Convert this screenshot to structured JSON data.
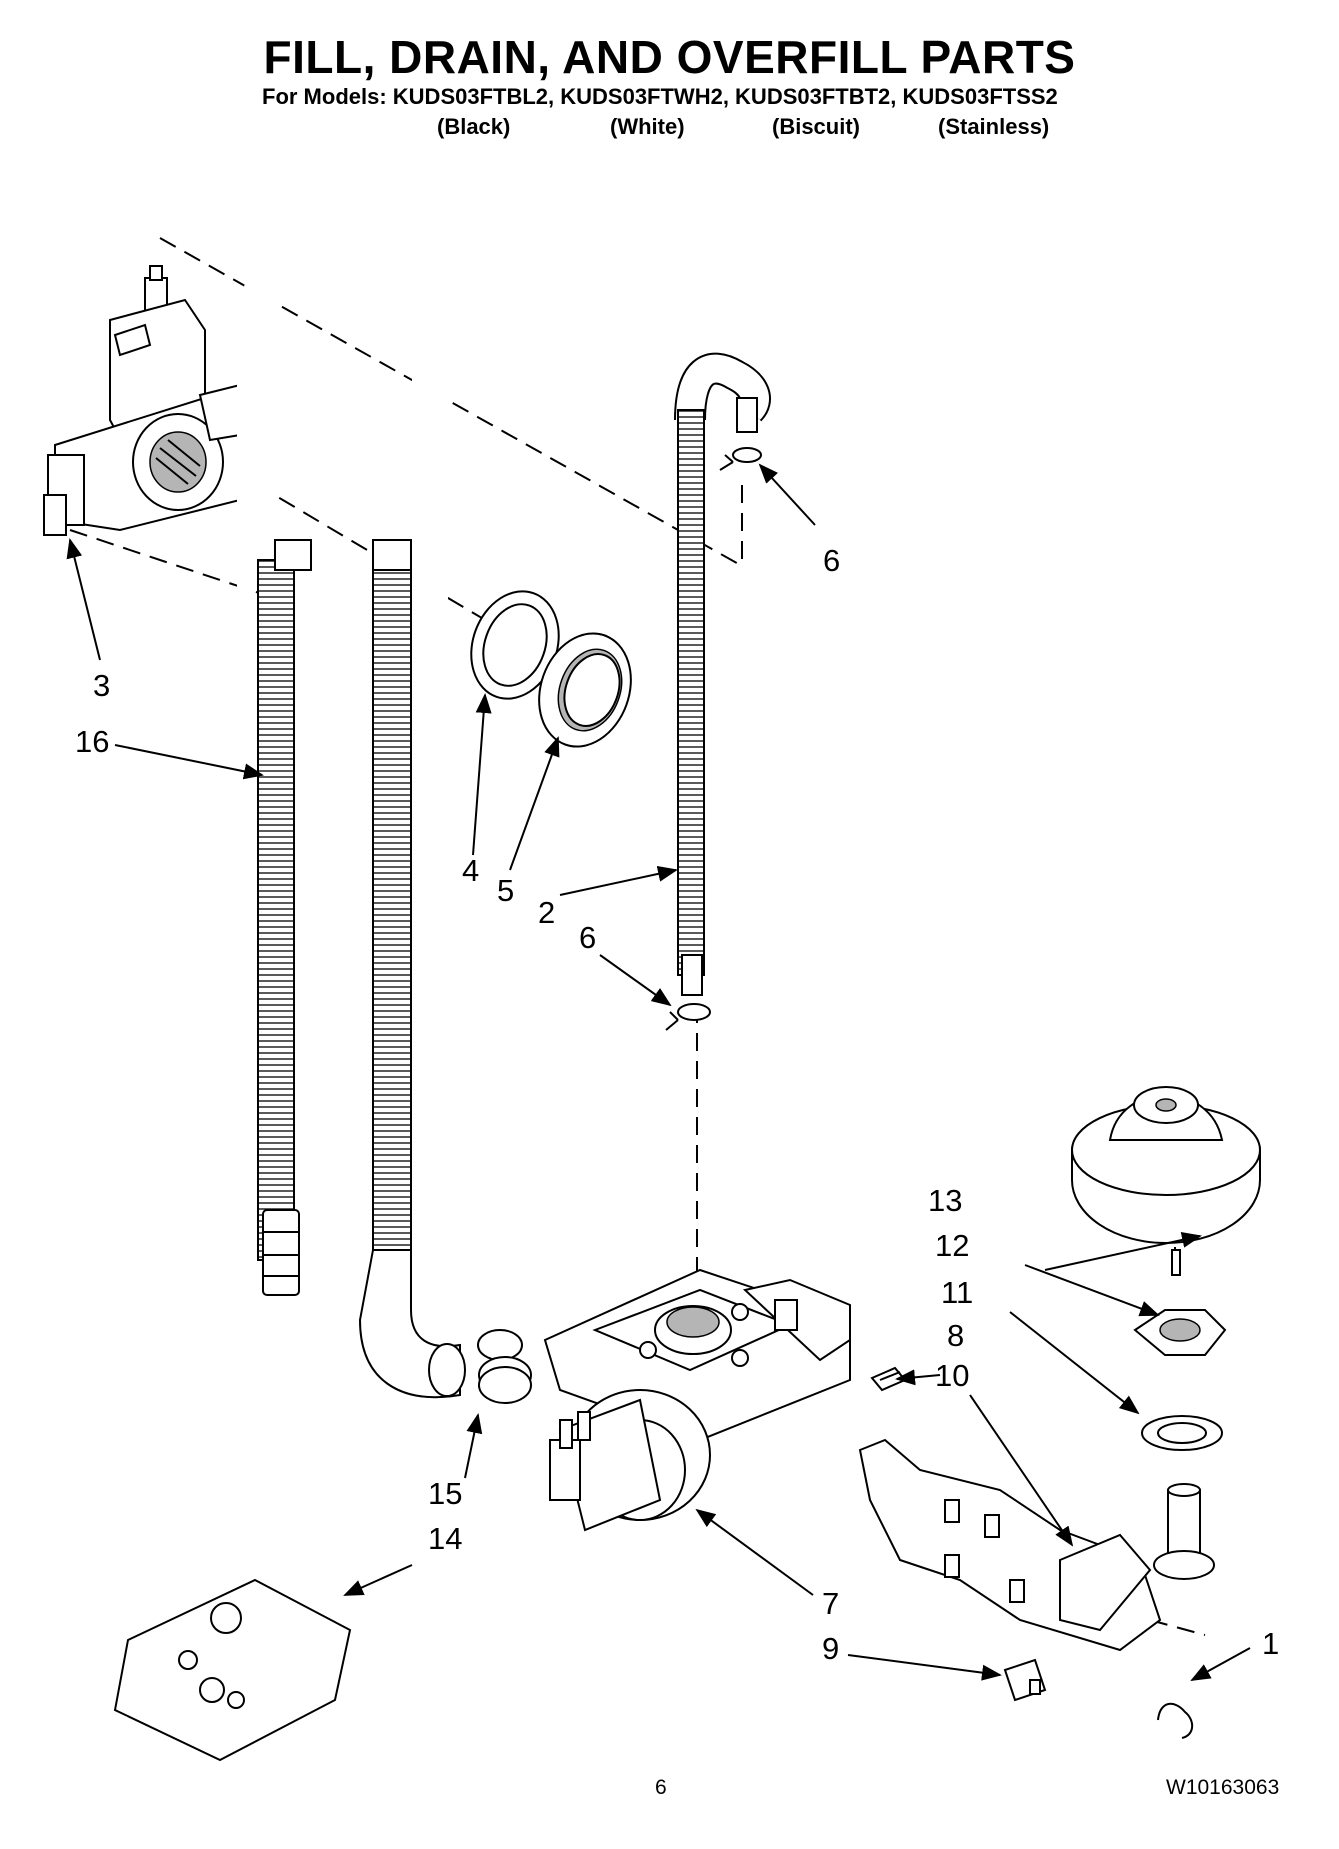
{
  "header": {
    "title": "FILL, DRAIN, AND OVERFILL PARTS",
    "models_line": "For Models: KUDS03FTBL2, KUDS03FTWH2, KUDS03FTBT2, KUDS03FTSS2",
    "variants": [
      "(Black)",
      "(White)",
      "(Biscuit)",
      "(Stainless)"
    ]
  },
  "callouts": {
    "c1": "1",
    "c2": "2",
    "c3": "3",
    "c4": "4",
    "c5": "5",
    "c6a": "6",
    "c6b": "6",
    "c7": "7",
    "c8": "8",
    "c9": "9",
    "c10": "10",
    "c11": "11",
    "c12": "12",
    "c13": "13",
    "c14": "14",
    "c15": "15",
    "c16": "16"
  },
  "footer": {
    "page": "6",
    "doc_number": "W10163063"
  }
}
